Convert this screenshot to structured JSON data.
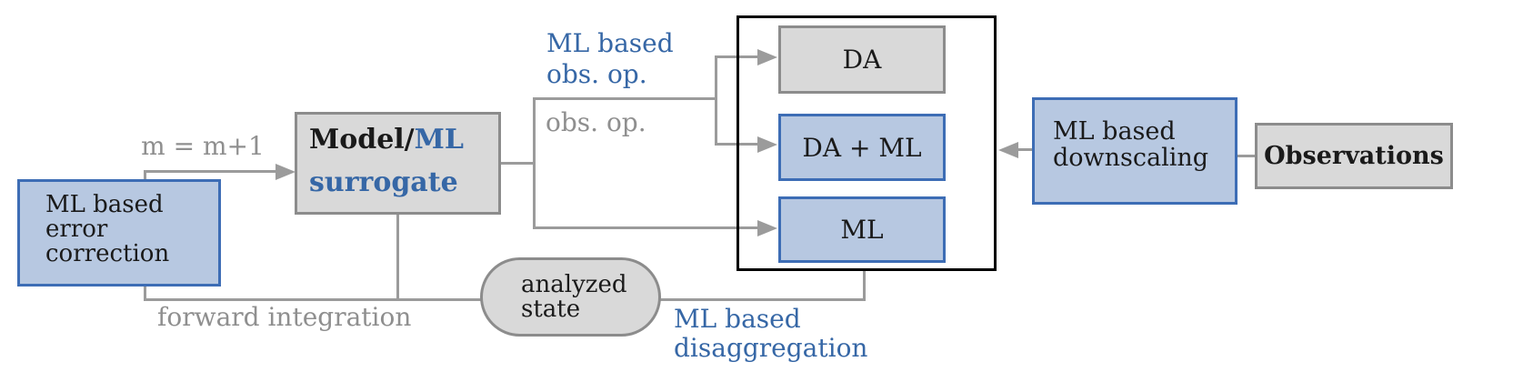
{
  "figure": {
    "description": "Machine learning and data assimilation workflow diagram"
  },
  "colors": {
    "blue_fill": "#b7c8e1",
    "blue_border": "#3d6db5",
    "blue_text": "#3667a6",
    "gray_fill": "#d9d9d9",
    "gray_border": "#8c8c8c",
    "gray_line": "#9b9b9b",
    "gray_text": "#8f8f8f",
    "container_border": "#000000",
    "text": "#1a1a1a"
  },
  "nodes": {
    "error_correction": {
      "lines": [
        "ML based",
        "error",
        "correction"
      ]
    },
    "model": {
      "title_black": "Model/",
      "title_blue": "ML",
      "line2": "surrogate"
    },
    "da": {
      "label": "DA"
    },
    "da_ml": {
      "label": "DA + ML"
    },
    "ml": {
      "label": "ML"
    },
    "downscaling": {
      "lines": [
        "ML based",
        "downscaling"
      ]
    },
    "observations": {
      "label": "Observations"
    },
    "analyzed_state": {
      "lines": [
        "analyzed",
        "state"
      ]
    }
  },
  "edge_labels": {
    "iteration": "m = m+1",
    "forward_integration": "forward integration",
    "ml_obs_op": {
      "line1": "ML based",
      "line2": "obs. op."
    },
    "obs_op": "obs. op.",
    "disaggregation": {
      "line1": "ML based",
      "line2": "disaggregation"
    }
  }
}
